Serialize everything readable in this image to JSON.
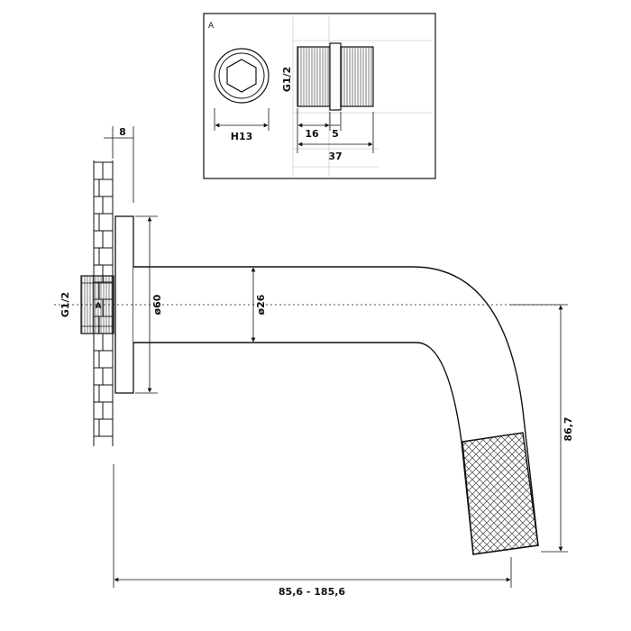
{
  "detail": {
    "label": "A",
    "thread": "G1/2",
    "hex": "H13",
    "dim_16": "16",
    "dim_5": "5",
    "dim_37": "37"
  },
  "main": {
    "thread": "G1/2",
    "marker": "A",
    "dim_wall": "8",
    "dim_flange": "ø60",
    "dim_pipe": "ø26",
    "dim_height": "86,7",
    "dim_length": "85,6 - 185,6"
  },
  "colors": {
    "line": "#111111",
    "hatch": "#555555",
    "wall": "#bbbbbb"
  }
}
